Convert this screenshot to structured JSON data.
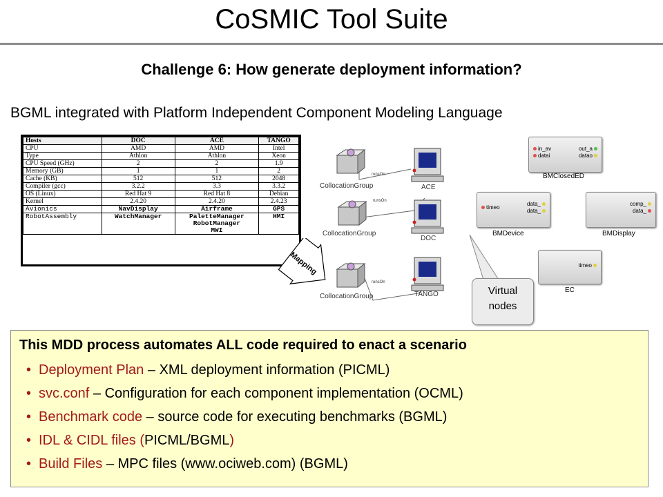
{
  "slide": {
    "title": "CoSMIC Tool Suite",
    "subtitle": "Challenge 6: How generate deployment information?",
    "intro": "BGML integrated with Platform Independent Component Modeling Language"
  },
  "host_table": {
    "columns": [
      "Hosts",
      "DOC",
      "ACE",
      "TANGO"
    ],
    "rows": [
      [
        "CPU",
        "AMD",
        "AMD",
        "Intel"
      ],
      [
        "Type",
        "Athlon",
        "Athlon",
        "Xeon"
      ],
      [
        "CPU Speed (GHz)",
        "2",
        "2",
        "1.9"
      ],
      [
        "Memory (GB)",
        "1",
        "1",
        "2"
      ],
      [
        "Cache (KB)",
        "512",
        "512",
        "2048"
      ],
      [
        "Compiler (gcc)",
        "3.2.2",
        "3.3",
        "3.3.2"
      ],
      [
        "OS (Linux)",
        "Red Hat 9",
        "Red Hat 8",
        "Debian"
      ],
      [
        "Kernel",
        "2.4.20",
        "2.4.20",
        "2.4.23"
      ],
      [
        "Avionics",
        "NavDisplay",
        "Airframe",
        "GPS"
      ],
      [
        "RobotAssembly",
        "WatchManager",
        "PaletteManager\nRobotManager\nMWI",
        "HMI"
      ]
    ]
  },
  "mapping_label": "Mapping",
  "deployment": {
    "groups": [
      "CollocationGroup",
      "CollocationGroup",
      "CollocationGroup"
    ],
    "relation": "runsOn",
    "nodes": [
      "ACE",
      "DOC",
      "TANGO"
    ]
  },
  "callout": "Virtual nodes",
  "components": [
    {
      "name": "BMClosedED",
      "in_ports": [
        "in_av",
        "datai"
      ],
      "out_ports": [
        "out_a",
        "datao"
      ]
    },
    {
      "name": "BMDevice",
      "in_ports": [
        "timeo"
      ],
      "out_ports": [
        "data_",
        "data_"
      ]
    },
    {
      "name": "BMDisplay",
      "in_ports": [],
      "out_ports": [
        "comp_",
        "data_"
      ]
    },
    {
      "name": "EC",
      "in_ports": [],
      "out_ports": [
        "timeo"
      ]
    }
  ],
  "panel": {
    "heading": "This MDD process automates ALL code required to enact a scenario",
    "items": [
      {
        "term": "Deployment Plan",
        "sep": " – ",
        "desc": "XML deployment information (PICML)"
      },
      {
        "term": "svc.conf",
        "sep": " – ",
        "desc": "Configuration for each component implementation (OCML)"
      },
      {
        "term": "Benchmark code",
        "sep": " – ",
        "desc": "source code for executing benchmarks (BGML)"
      },
      {
        "term": "IDL & CIDL files",
        "sep": " (",
        "desc": "PICML/BGML",
        "tail": ")"
      },
      {
        "term": "Build Files",
        "sep": " – ",
        "desc": "MPC files (www.ociweb.com) (BGML)"
      }
    ]
  },
  "colors": {
    "accent_red": "#a21a1a",
    "panel_bg": "#ffffcc",
    "rule": "#8c8c8c"
  }
}
